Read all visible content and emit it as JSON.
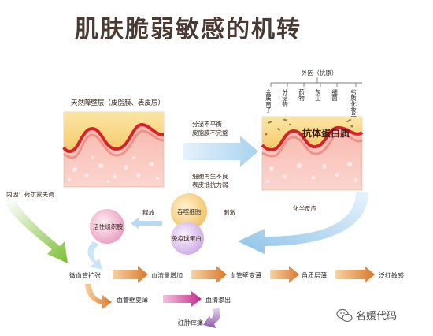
{
  "title": "肌肤脆弱敏感的机转",
  "left_panel": {
    "label": "天然障壁层（皮脂膜、表皮层）"
  },
  "middle_text": {
    "line1": "分泌不平衡",
    "line2": "皮脂膜不完整",
    "line3": "细胞再生不良",
    "line4": "表皮抵抗力弱"
  },
  "right_panel": {
    "header": "外因（抗原）",
    "causes": [
      "金属离子",
      "分泌物",
      "药物",
      "灰尘",
      "细菌",
      "劣质化妆品"
    ],
    "label": "抗体蛋白质"
  },
  "internal_cause": "内因：荷尔蒙失调",
  "chemical_reaction": "化学反应",
  "cells": {
    "active_tissue": "活性组织胺",
    "release": "释放",
    "mast_cell": "吞噬细胞",
    "stimulate": "刺激",
    "immunoglobulin": "免疫球蛋白"
  },
  "flow_row1": [
    "微血管扩张",
    "血流量增加",
    "血管壁变薄",
    "角质层薄",
    "泛红敏感"
  ],
  "flow_row2": [
    "血管壁变薄",
    "血清渗出"
  ],
  "flow_row3": "红肿痒痛",
  "watermark": "名媛代码",
  "colors": {
    "skin_top": "#f7d27a",
    "skin_band": "#d8222b",
    "skin_bottom": "#f4a9a8",
    "arrow_blue": "#a9d2ef",
    "arrow_green": "#9acb45",
    "arrow_orange": "#d9792d",
    "arrow_magenta": "#c52a8c",
    "arrow_purple": "#8e5aa8"
  }
}
